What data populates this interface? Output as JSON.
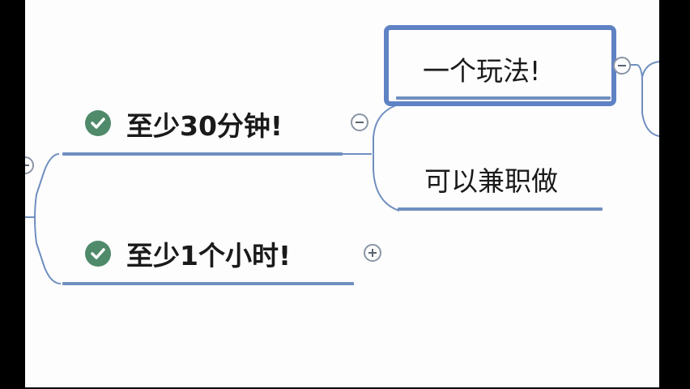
{
  "nodes": {
    "branch_1": {
      "label": "至少30分钟!",
      "has_check": true,
      "toggle": "collapse"
    },
    "branch_2": {
      "label": "至少1个小时!",
      "has_check": true,
      "toggle": "expand"
    },
    "child_1": {
      "label": "一个玩法!",
      "selected": true,
      "toggle": "collapse"
    },
    "child_2": {
      "label": "可以兼职做"
    }
  },
  "colors": {
    "line": "#6f8fbf",
    "selection": "#5f82c4",
    "check": "#4f8a6a",
    "background": "#fdfdfe",
    "frame": "#000000"
  }
}
